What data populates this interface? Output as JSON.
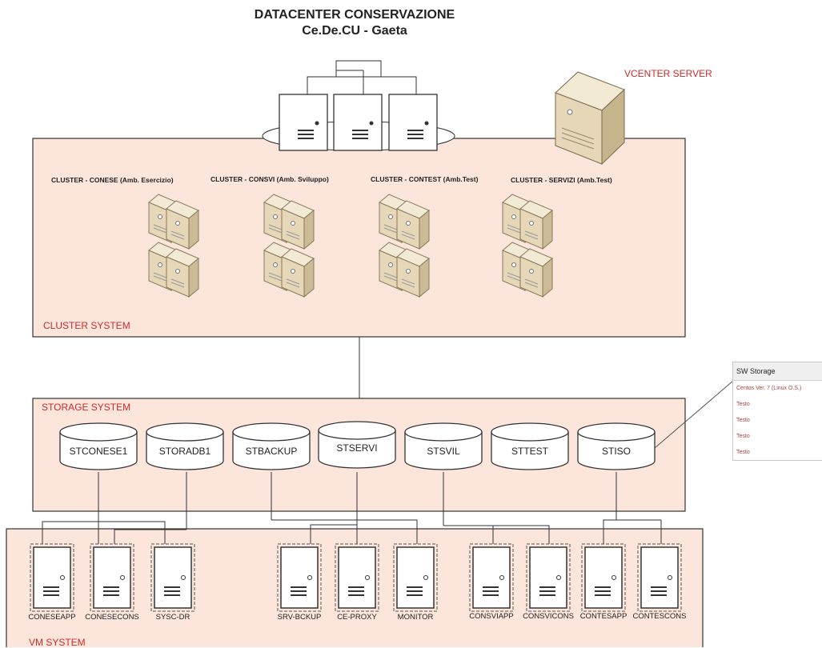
{
  "header": {
    "title": "DATACENTER CONSERVAZIONE",
    "subtitle": "Ce.De.CU - Gaeta"
  },
  "vcenter": {
    "label": "VCENTER SERVER"
  },
  "cluster_system": {
    "label": "CLUSTER SYSTEM",
    "clusters": [
      "CLUSTER - CONESE (Amb. Esercizio)",
      "CLUSTER - CONSVI (Amb. Sviluppo)",
      "CLUSTER - CONTEST (Amb.Test)",
      "CLUSTER - SERVIZI (Amb.Test)"
    ]
  },
  "storage_system": {
    "label": "STORAGE SYSTEM",
    "disks": [
      "STCONESE1",
      "STORADB1",
      "STBACKUP",
      "STSERVI",
      "STSVIL",
      "STTEST",
      "STISO"
    ]
  },
  "vm_system": {
    "label": "VM SYSTEM",
    "vms": [
      "CONESEAPP",
      "CONESECONS",
      "SYSC-DR",
      "SRV-BCKUP",
      "CE-PROXY",
      "MONITOR",
      "CONSVIAPP",
      "CONSVICONS",
      "CONTESAPP",
      "CONTESCONS"
    ]
  },
  "sw_storage": {
    "title": "SW Storage",
    "rows": [
      "Centos Ver. 7 (Linux O.S.)",
      "Testo",
      "Testo",
      "Testo",
      "Testo"
    ]
  },
  "colors": {
    "zone_fill": "#fce6dc",
    "accent_red": "#cc2b2b",
    "server_tan": "#e9ddc2"
  }
}
